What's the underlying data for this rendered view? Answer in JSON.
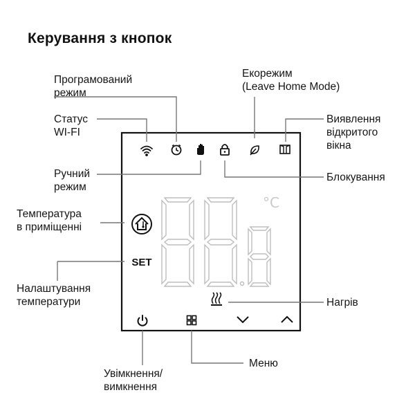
{
  "title": "Керування з кнопок",
  "labels": {
    "programmed_mode": [
      "Програмований",
      "режим"
    ],
    "wifi_status": [
      "Статус",
      "WI-FI"
    ],
    "manual_mode": [
      "Ручний",
      "режим"
    ],
    "room_temperature": [
      "Температура",
      "в приміщенні"
    ],
    "set_temperature": [
      "Налаштування",
      "температури"
    ],
    "power": [
      "Увімкнення/",
      "вимкнення"
    ],
    "eco_mode": [
      "Екорежим",
      "(Leave Home Mode)"
    ],
    "open_window": [
      "Виявлення",
      "відкритого",
      "вікна"
    ],
    "lock": [
      "Блокування"
    ],
    "heating": [
      "Нагрів"
    ],
    "menu": [
      "Меню"
    ]
  },
  "display": {
    "set_text": "SET",
    "unit": "°C",
    "digits": "88.8"
  },
  "icons": {
    "wifi": "wifi-icon",
    "clock": "clock-icon",
    "hand": "hand-icon",
    "lock": "lock-icon",
    "eco": "leaf-icon",
    "window": "window-icon",
    "house": "house-thermometer-icon",
    "heat": "heating-waves-icon",
    "power": "power-icon",
    "menu": "menu-grid-icon",
    "down": "chevron-down-icon",
    "up": "chevron-up-icon"
  },
  "colors": {
    "frame": "#111111",
    "leader": "#777777",
    "segment_outline": "#bdbdbd"
  }
}
